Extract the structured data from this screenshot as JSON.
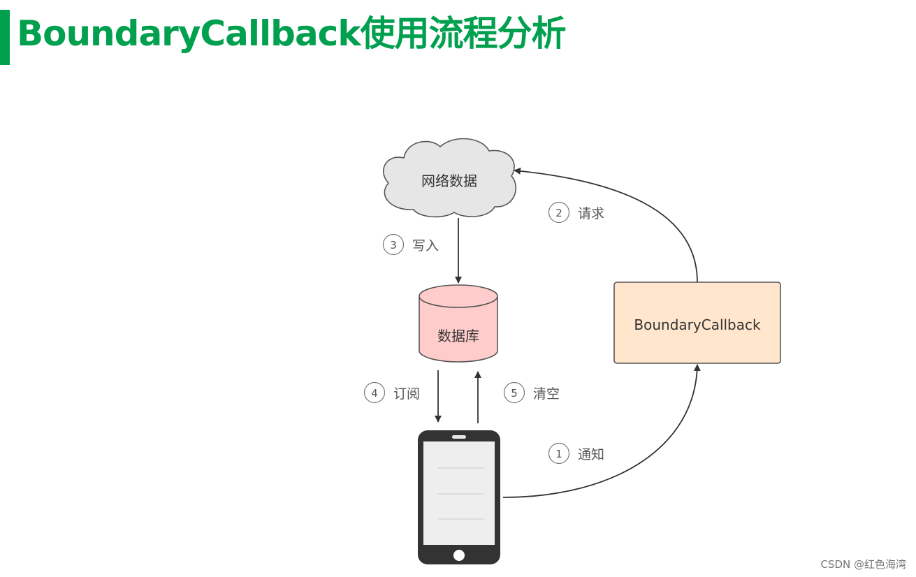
{
  "header": {
    "title": "BoundaryCallback使用流程分析",
    "accent_color": "#00a04f"
  },
  "diagram": {
    "nodes": {
      "network": {
        "label": "网络数据",
        "shape": "cloud",
        "fill": "#e6e6e6"
      },
      "database": {
        "label": "数据库",
        "shape": "cylinder",
        "fill": "#ffcccc"
      },
      "callback": {
        "label": "BoundaryCallback",
        "shape": "rounded-rect",
        "fill": "#ffe6cc"
      },
      "phone": {
        "label": "",
        "shape": "mobile-phone",
        "icon": "smartphone-icon"
      }
    },
    "steps": [
      {
        "num": "1",
        "label": "通知",
        "from": "phone",
        "to": "callback"
      },
      {
        "num": "2",
        "label": "请求",
        "from": "callback",
        "to": "network"
      },
      {
        "num": "3",
        "label": "写入",
        "from": "network",
        "to": "database"
      },
      {
        "num": "4",
        "label": "订阅",
        "from": "database",
        "to": "phone"
      },
      {
        "num": "5",
        "label": "清空",
        "from": "phone",
        "to": "database"
      }
    ]
  },
  "footer": {
    "watermark": "CSDN @红色海湾"
  }
}
